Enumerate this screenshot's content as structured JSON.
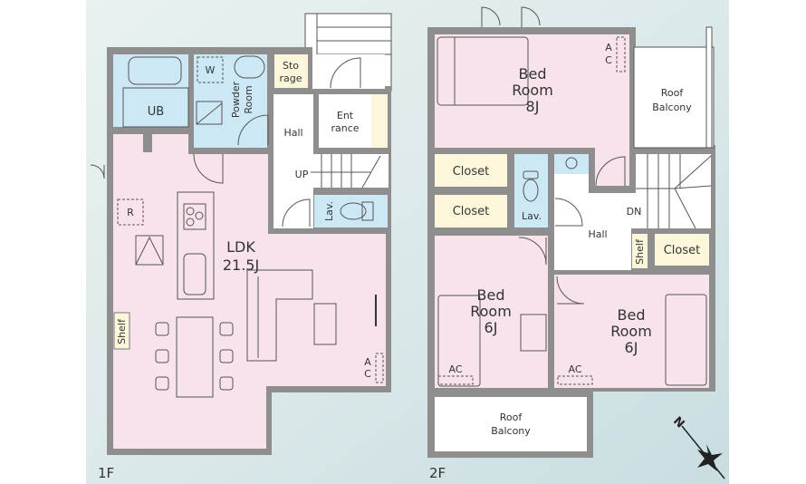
{
  "floor1": {
    "label": "1F",
    "rooms": {
      "ub": "UB",
      "washer": "W",
      "powder_line1": "Powder",
      "powder_line2": "Room",
      "storage_line1": "Sto",
      "storage_line2": "rage",
      "hall": "Hall",
      "entrance_line1": "Ent",
      "entrance_line2": "rance",
      "up": "UP",
      "lav": "Lav.",
      "fridge": "R",
      "ldk_line1": "LDK",
      "ldk_line2": "21.5J",
      "shelf": "Shelf",
      "ac_a": "A",
      "ac_c": "C"
    }
  },
  "floor2": {
    "label": "2F",
    "rooms": {
      "bed8_line1": "Bed",
      "bed8_line2": "Room",
      "bed8_line3": "8J",
      "ac_a": "A",
      "ac_c": "C",
      "roof_balcony_top_line1": "Roof",
      "roof_balcony_top_line2": "Balcony",
      "closet1": "Closet",
      "closet2": "Closet",
      "lav": "Lav.",
      "hall": "Hall",
      "dn": "DN",
      "shelf": "Shelf",
      "closet3": "Closet",
      "bed6l_line1": "Bed",
      "bed6l_line2": "Room",
      "bed6l_line3": "6J",
      "ac_left": "AC",
      "bed6r_line1": "Bed",
      "bed6r_line2": "Room",
      "bed6r_line3": "6J",
      "ac_right": "AC",
      "roof_balcony_bottom_line1": "Roof",
      "roof_balcony_bottom_line2": "Balcony"
    }
  },
  "compass": {
    "north": "N"
  },
  "colors": {
    "wall": "#8e8e8e",
    "living": "#f8e3ec",
    "wet": "#cde8f5",
    "storage": "#fcf7da"
  }
}
